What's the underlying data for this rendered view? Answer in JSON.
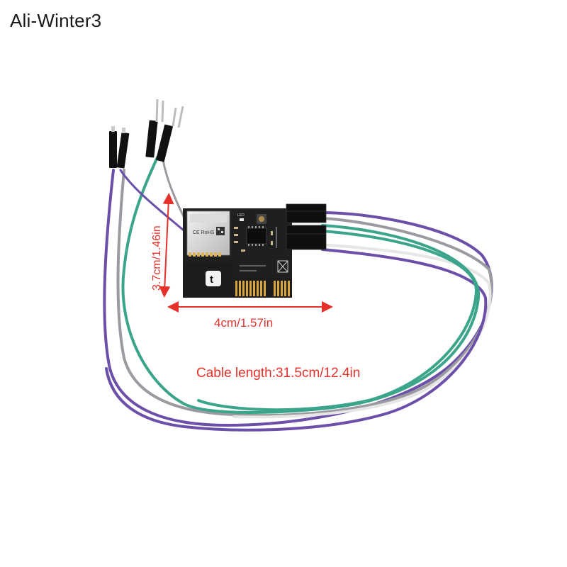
{
  "brand": {
    "label": "Ali-Winter3"
  },
  "dimensions": {
    "height_label": "3.7cm/1.46in",
    "width_label": "4cm/1.57in",
    "cable_label": "Cable length:31.5cm/12.4in"
  },
  "board": {
    "module_mark": "CE RoHS",
    "led_label": "LED",
    "logo_glyph": "t"
  },
  "colors": {
    "accent": "#e4322b",
    "pcb": "#1c1c1c",
    "gold": "#d9a53a",
    "wire_green": "#3aa58a",
    "wire_purple": "#6b4fa8",
    "wire_gray": "#9a9aa0",
    "wire_white": "#e6e6e6"
  }
}
